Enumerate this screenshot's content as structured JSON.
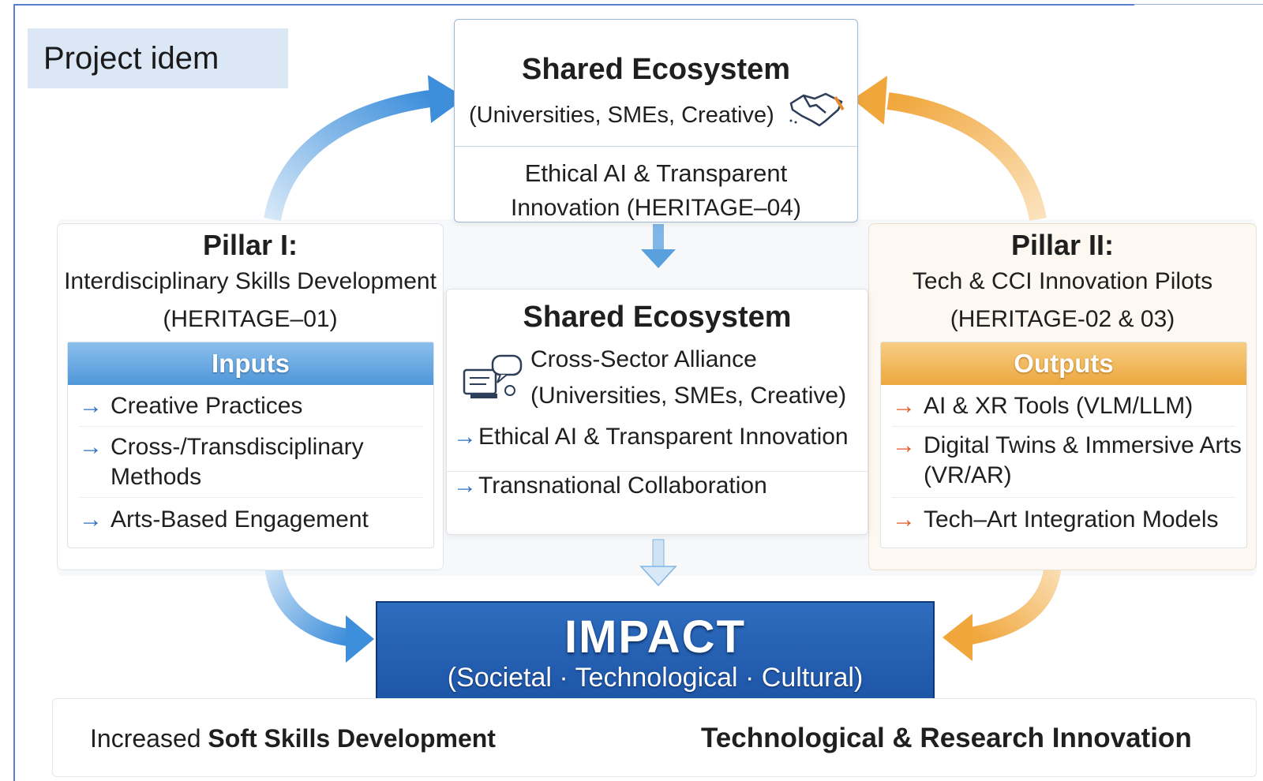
{
  "header": {
    "title": "Project idem"
  },
  "top_box": {
    "title": "Shared Ecosystem",
    "subtitle": "(Universities, SMEs, Creative)",
    "line1": "Ethical AI & Transparent",
    "line2": "Innovation (HERITAGE–04)"
  },
  "pillar1": {
    "heading": "Pillar I:",
    "subheading": "Interdisciplinary Skills Development",
    "code": "(HERITAGE–01)",
    "list_header": "Inputs",
    "items": [
      "Creative Practices",
      "Cross-/Transdisciplinary",
      "Methods",
      "Arts-Based Engagement"
    ]
  },
  "pillar2": {
    "heading": "Pillar II:",
    "subheading": "Tech & CCI Innovation Pilots",
    "code": "(HERITAGE-02 & 03)",
    "list_header": "Outputs",
    "items": [
      "AI & XR Tools (VLM/LLM)",
      "Digital Twins & Immersive Arts",
      "(VR/AR)",
      "Tech–Art Integration Models"
    ]
  },
  "middle_box": {
    "title": "Shared Ecosystem",
    "line1": "Cross-Sector Alliance",
    "line2": "(Universities, SMEs, Creative)",
    "item1": "Ethical AI & Transparent Innovation",
    "item2": "Transnational Collaboration"
  },
  "impact": {
    "title": "IMPACT",
    "subtitle": "(Societal · Technological · Cultural)"
  },
  "bottom": {
    "left_prefix": "Increased ",
    "left_bold": "Soft Skills Development",
    "right": "Technological & Research Innovation"
  },
  "colors": {
    "blue": "#2f6fc4",
    "orange": "#eca83f",
    "impact": "#1d54a6"
  },
  "icons": [
    "handshake-icon",
    "chat-icon",
    "arrow-icon"
  ]
}
